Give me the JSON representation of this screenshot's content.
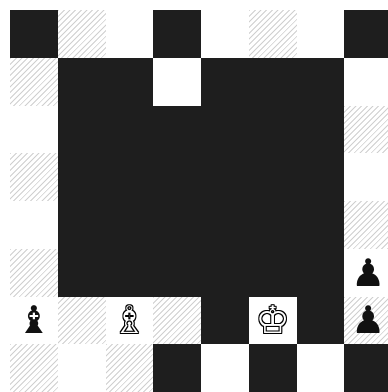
{
  "board": {
    "files": 8,
    "ranks": 8,
    "colors": {
      "dark": "#1e1e1e",
      "light": "#ffffff",
      "hatch_line": "#cfcfcf"
    },
    "squares": [
      [
        "dark",
        "hatch",
        "white",
        "dark",
        "white",
        "hatch",
        "white",
        "dark"
      ],
      [
        "hatch",
        "dark",
        "dark",
        "white",
        "dark",
        "dark",
        "dark",
        "white"
      ],
      [
        "white",
        "dark",
        "dark",
        "dark",
        "dark",
        "dark",
        "dark",
        "hatch"
      ],
      [
        "hatch",
        "dark",
        "dark",
        "dark",
        "dark",
        "dark",
        "dark",
        "white"
      ],
      [
        "white",
        "dark",
        "dark",
        "dark",
        "dark",
        "dark",
        "dark",
        "hatch"
      ],
      [
        "hatch",
        "dark",
        "dark",
        "dark",
        "dark",
        "dark",
        "dark",
        "white"
      ],
      [
        "white",
        "hatch",
        "white",
        "hatch",
        "dark",
        "white",
        "dark",
        "hatch"
      ],
      [
        "hatch",
        "white",
        "hatch",
        "dark",
        "white",
        "dark",
        "white",
        "dark"
      ]
    ],
    "pieces": [
      {
        "name": "black-pawn-icon",
        "glyph": "♟",
        "color": "black",
        "row": 5,
        "col": 7
      },
      {
        "name": "black-bishop-icon",
        "glyph": "♝",
        "color": "black",
        "row": 6,
        "col": 0
      },
      {
        "name": "white-bishop-icon",
        "glyph": "♗",
        "color": "white",
        "row": 6,
        "col": 2
      },
      {
        "name": "white-king-icon",
        "glyph": "♔",
        "color": "white",
        "row": 6,
        "col": 5
      },
      {
        "name": "black-pawn-icon",
        "glyph": "♟",
        "color": "black",
        "row": 6,
        "col": 7
      }
    ]
  }
}
